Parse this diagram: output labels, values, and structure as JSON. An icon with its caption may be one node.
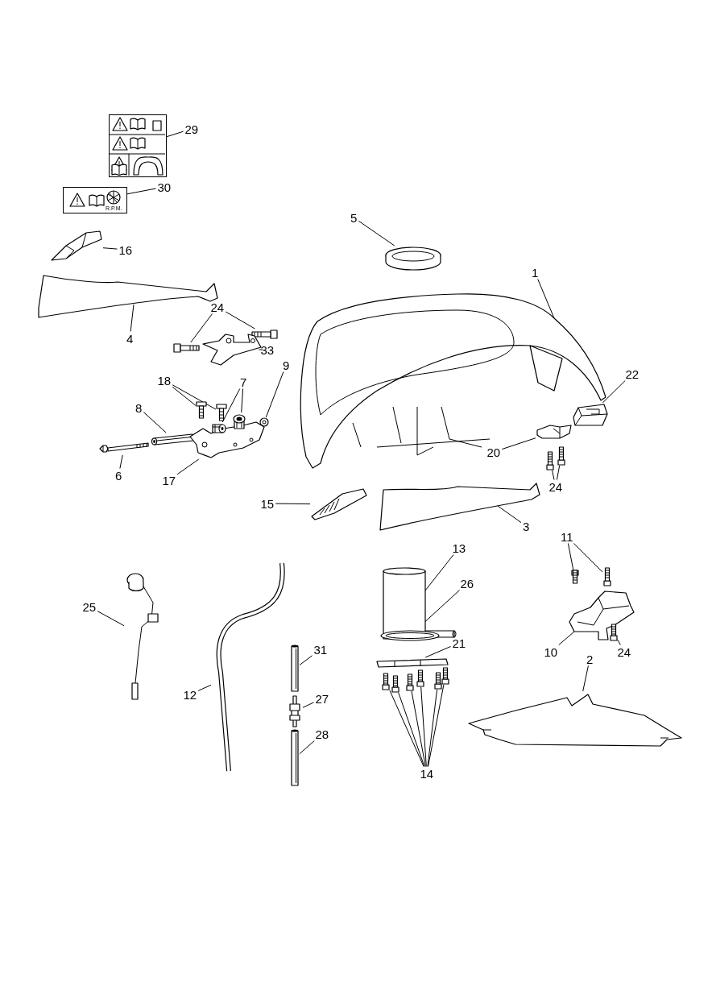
{
  "diagram": {
    "nodes": [
      {
        "text": [
          "29"
        ]
      },
      {
        "text": [],
        "shape": "picture"
      },
      {
        "text": [
          "30"
        ]
      },
      {
        "text": [],
        "shape": "picture"
      },
      {
        "text": [
          "16"
        ]
      },
      {
        "text": [],
        "shape": "picture"
      },
      {
        "text": [
          "5"
        ]
      },
      {
        "text": [],
        "shape": "picture"
      },
      {
        "text": [
          "1"
        ]
      },
      {
        "text": [],
        "shape": "picture"
      },
      {
        "text": [
          "4"
        ]
      },
      {
        "text": [],
        "shape": "picture"
      },
      {
        "text": [
          "24"
        ]
      },
      {
        "text": [],
        "shape": "picture"
      },
      {
        "text": [],
        "shape": "picture"
      },
      {
        "text": [
          "33"
        ]
      },
      {
        "text": [],
        "shape": "picture"
      },
      {
        "text": [
          "18"
        ]
      },
      {
        "text": [],
        "shape": "picture"
      },
      {
        "text": [],
        "shape": "picture"
      },
      {
        "text": [
          "7"
        ]
      },
      {
        "text": [],
        "shape": "picture"
      },
      {
        "text": [],
        "shape": "picture"
      },
      {
        "text": [
          "9"
        ]
      },
      {
        "text": [],
        "shape": "picture"
      },
      {
        "text": [
          "8"
        ]
      },
      {
        "text": [],
        "shape": "picture"
      },
      {
        "text": [
          "6"
        ]
      },
      {
        "text": [],
        "shape": "picture"
      },
      {
        "text": [
          "17"
        ]
      },
      {
        "text": [],
        "shape": "picture"
      },
      {
        "text": [
          "22"
        ]
      },
      {
        "text": [],
        "shape": "picture"
      },
      {
        "text": [
          "20"
        ]
      },
      {
        "text": [],
        "shape": "picture"
      },
      {
        "text": [
          "24"
        ]
      },
      {
        "text": [],
        "shape": "picture"
      },
      {
        "text": [],
        "shape": "picture"
      },
      {
        "text": [
          "15"
        ]
      },
      {
        "text": [],
        "shape": "picture"
      },
      {
        "text": [
          "3"
        ]
      },
      {
        "text": [],
        "shape": "picture"
      },
      {
        "text": [
          "13"
        ]
      },
      {
        "text": [],
        "shape": "picture"
      },
      {
        "text": [
          "26"
        ]
      },
      {
        "text": [],
        "shape": "picture"
      },
      {
        "text": [
          "21"
        ]
      },
      {
        "text": [],
        "shape": "picture"
      },
      {
        "text": [
          "14"
        ]
      },
      {
        "text": [],
        "shape": "picture"
      },
      {
        "text": [],
        "shape": "picture"
      },
      {
        "text": [],
        "shape": "picture"
      },
      {
        "text": [],
        "shape": "picture"
      },
      {
        "text": [],
        "shape": "picture"
      },
      {
        "text": [],
        "shape": "picture"
      },
      {
        "text": [
          "11"
        ]
      },
      {
        "text": [],
        "shape": "picture"
      },
      {
        "text": [],
        "shape": "picture"
      },
      {
        "text": [
          "10"
        ]
      },
      {
        "text": [],
        "shape": "picture"
      },
      {
        "text": [
          "24"
        ]
      },
      {
        "text": [],
        "shape": "picture"
      },
      {
        "text": [
          "2"
        ]
      },
      {
        "text": [],
        "shape": "picture"
      },
      {
        "text": [
          "25"
        ]
      },
      {
        "text": [],
        "shape": "picture"
      },
      {
        "text": [
          "12"
        ]
      },
      {
        "text": [],
        "shape": "picture"
      },
      {
        "text": [
          "31"
        ]
      },
      {
        "text": [],
        "shape": "picture"
      },
      {
        "text": [
          "27"
        ]
      },
      {
        "text": [],
        "shape": "picture"
      },
      {
        "text": [
          "28"
        ]
      },
      {
        "text": [],
        "shape": "picture"
      }
    ],
    "edges": [
      {
        "from": 0,
        "to": 1,
        "arrow": "none"
      },
      {
        "from": 2,
        "to": 3,
        "arrow": "none"
      },
      {
        "from": 4,
        "to": 5,
        "arrow": "none"
      },
      {
        "from": 6,
        "to": 7,
        "arrow": "none"
      },
      {
        "from": 8,
        "to": 9,
        "arrow": "none"
      },
      {
        "from": 10,
        "to": 11,
        "arrow": "none"
      },
      {
        "from": 12,
        "to": 13,
        "arrow": "none"
      },
      {
        "from": 12,
        "to": 14,
        "arrow": "none"
      },
      {
        "from": 15,
        "to": 16,
        "arrow": "none"
      },
      {
        "from": 17,
        "to": 18,
        "arrow": "none"
      },
      {
        "from": 17,
        "to": 19,
        "arrow": "none"
      },
      {
        "from": 20,
        "to": 21,
        "arrow": "none"
      },
      {
        "from": 20,
        "to": 22,
        "arrow": "none"
      },
      {
        "from": 23,
        "to": 24,
        "arrow": "none"
      },
      {
        "from": 25,
        "to": 26,
        "arrow": "none"
      },
      {
        "from": 27,
        "to": 28,
        "arrow": "none"
      },
      {
        "from": 29,
        "to": 30,
        "arrow": "none"
      },
      {
        "from": 31,
        "to": 32,
        "arrow": "none"
      },
      {
        "from": 33,
        "to": 34,
        "arrow": "none"
      },
      {
        "from": 35,
        "to": 36,
        "arrow": "none"
      },
      {
        "from": 35,
        "to": 37,
        "arrow": "none"
      },
      {
        "from": 38,
        "to": 39,
        "arrow": "none"
      },
      {
        "from": 40,
        "to": 41,
        "arrow": "none"
      },
      {
        "from": 42,
        "to": 43,
        "arrow": "none"
      },
      {
        "from": 44,
        "to": 45,
        "arrow": "none"
      },
      {
        "from": 46,
        "to": 47,
        "arrow": "none"
      },
      {
        "from": 48,
        "to": 49,
        "arrow": "none"
      },
      {
        "from": 48,
        "to": 50,
        "arrow": "none"
      },
      {
        "from": 48,
        "to": 51,
        "arrow": "none"
      },
      {
        "from": 48,
        "to": 52,
        "arrow": "none"
      },
      {
        "from": 48,
        "to": 53,
        "arrow": "none"
      },
      {
        "from": 48,
        "to": 54,
        "arrow": "none"
      },
      {
        "from": 55,
        "to": 56,
        "arrow": "none"
      },
      {
        "from": 55,
        "to": 57,
        "arrow": "none"
      },
      {
        "from": 58,
        "to": 59,
        "arrow": "none"
      },
      {
        "from": 60,
        "to": 61,
        "arrow": "none"
      },
      {
        "from": 62,
        "to": 63,
        "arrow": "none"
      },
      {
        "from": 64,
        "to": 65,
        "arrow": "none"
      },
      {
        "from": 66,
        "to": 67,
        "arrow": "none"
      },
      {
        "from": 68,
        "to": 69,
        "arrow": "none"
      },
      {
        "from": 70,
        "to": 71,
        "arrow": "none"
      },
      {
        "from": 72,
        "to": 73,
        "arrow": "none"
      }
    ],
    "labels": [
      "R.P.M."
    ]
  }
}
